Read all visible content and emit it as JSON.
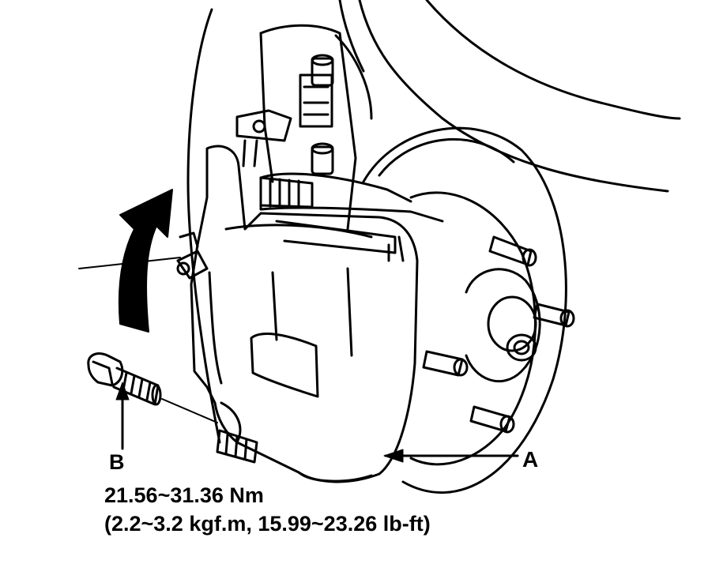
{
  "callouts": {
    "a": "A",
    "b": "B"
  },
  "torque": {
    "nm": "21.56~31.36 Nm",
    "alt": "(2.2~3.2 kgf.m, 15.99~23.26 lb-ft)"
  },
  "colors": {
    "ink": "#000000",
    "paper": "#ffffff"
  }
}
